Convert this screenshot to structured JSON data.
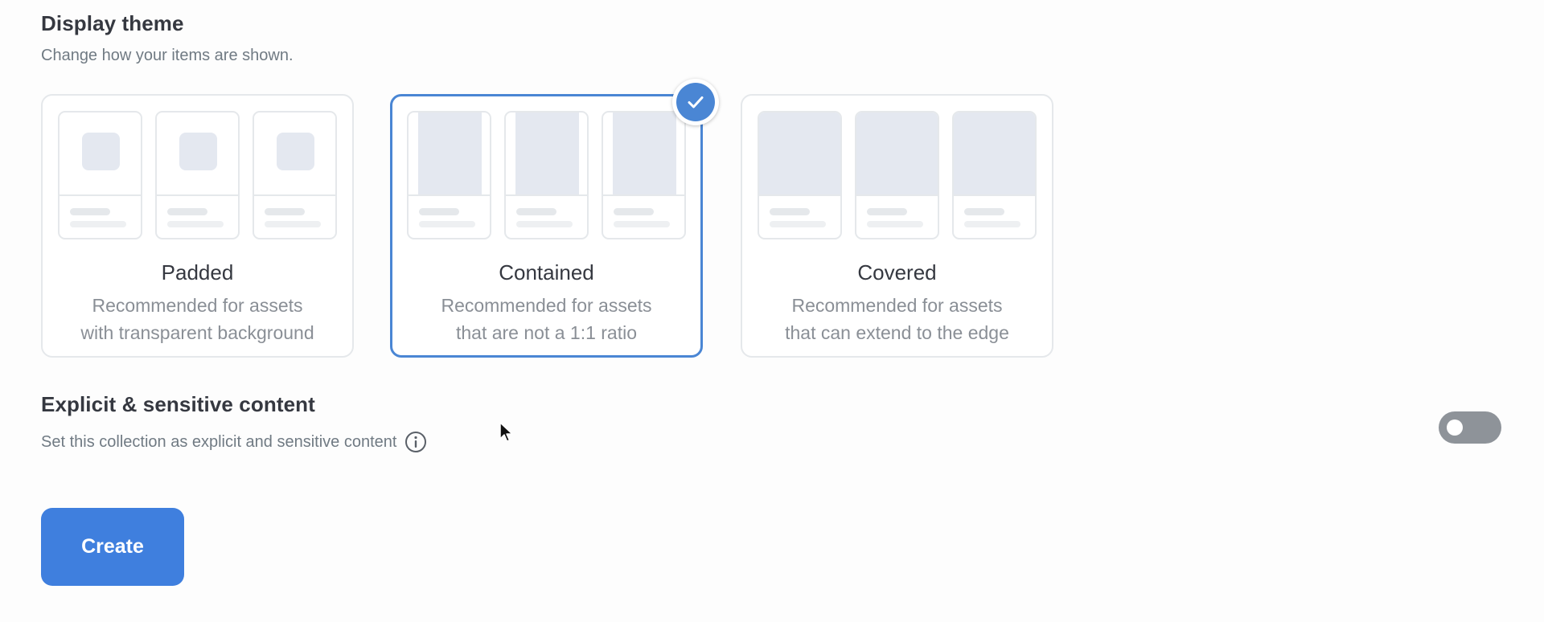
{
  "display_theme": {
    "title": "Display theme",
    "subtitle": "Change how your items are shown.",
    "selected": "contained",
    "options": [
      {
        "id": "padded",
        "title": "Padded",
        "desc_line1": "Recommended for assets",
        "desc_line2": "with transparent background"
      },
      {
        "id": "contained",
        "title": "Contained",
        "desc_line1": "Recommended for assets",
        "desc_line2": "that are not a 1:1 ratio"
      },
      {
        "id": "covered",
        "title": "Covered",
        "desc_line1": "Recommended for assets",
        "desc_line2": "that can extend to the edge"
      }
    ]
  },
  "explicit": {
    "title": "Explicit & sensitive content",
    "subtitle": "Set this collection as explicit and sensitive content",
    "info_icon": "info-icon",
    "toggle_on": false
  },
  "actions": {
    "create_label": "Create"
  },
  "colors": {
    "accent": "#3f7fde",
    "selected_border": "#4a86d4",
    "toggle_off": "#8e9399"
  }
}
